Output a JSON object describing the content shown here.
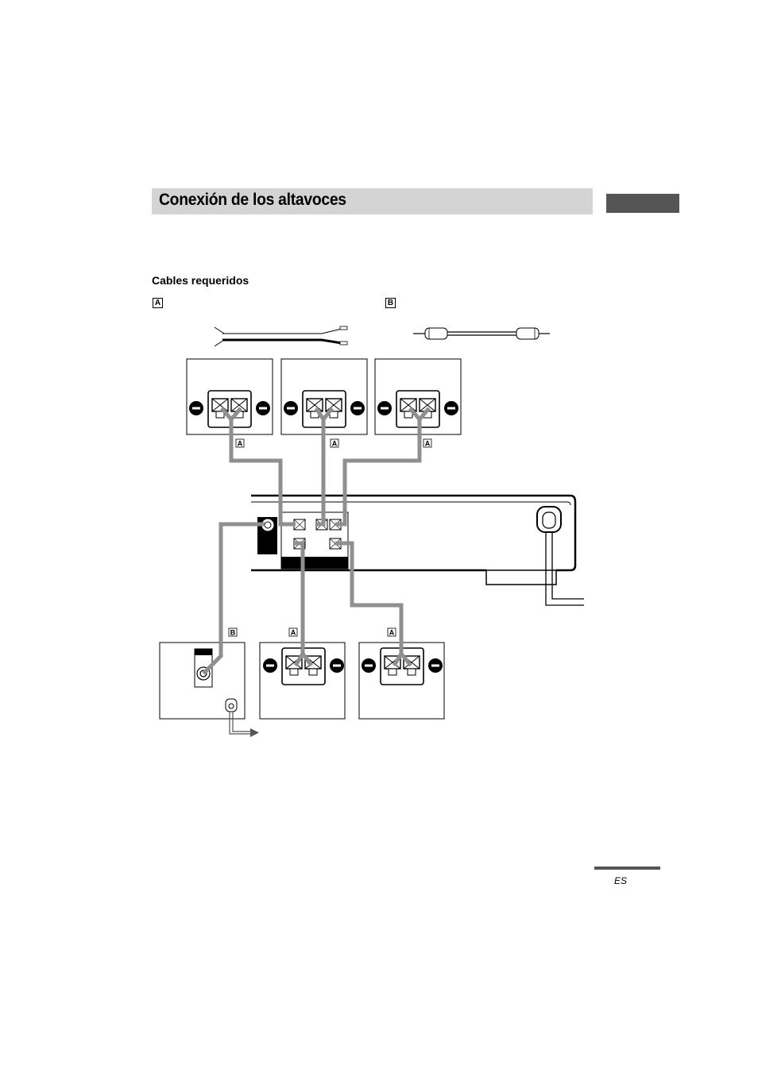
{
  "header": {
    "title": "Conexión de los altavoces"
  },
  "section": {
    "subheading": "Cables requeridos"
  },
  "diagram": {
    "cable_labels": {
      "speaker_cable": "A",
      "audio_cable": "B"
    },
    "colors": {
      "cable": "#8f8f8f",
      "title_bar": "#d4d4d4",
      "side_tab": "#555555"
    },
    "icons": [
      "speaker-cord-icon",
      "rca-cable-icon",
      "speaker-terminal-icon",
      "receiver-panel-icon",
      "subwoofer-icon",
      "plug-arrow-icon"
    ]
  },
  "footer": {
    "lang_code": "ES"
  }
}
